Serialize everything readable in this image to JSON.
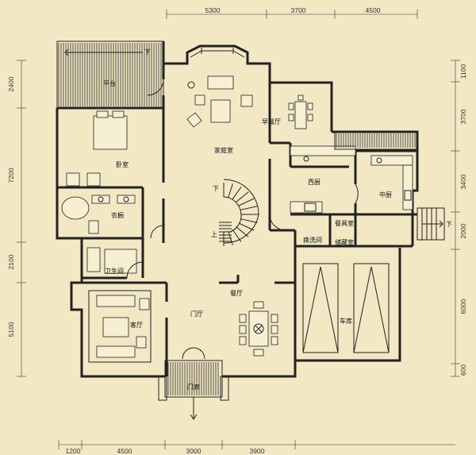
{
  "dimensions": {
    "top": [
      "5300",
      "3700",
      "4500"
    ],
    "bottom": [
      "1200",
      "4500",
      "3000",
      "3900"
    ],
    "left": [
      "2400",
      "7200",
      "2100",
      "5100"
    ],
    "right": [
      "1100",
      "3700",
      "3400",
      "2000",
      "6000",
      "600"
    ]
  },
  "rooms": {
    "terrace": "平台",
    "family_room": "家庭室",
    "breakfast": "早餐厅",
    "bedroom": "卧室",
    "closet": "衣橱",
    "western_kitchen": "西厨",
    "chinese_kitchen": "中厨",
    "tableware": "餐具室",
    "laundry": "换洗间",
    "storage": "储藏室",
    "bathroom": "卫生间",
    "living": "客厅",
    "foyer": "门厅",
    "dining": "餐厅",
    "garage": "车库",
    "porch": "门廊"
  },
  "markers": {
    "down": "下",
    "up": "上"
  }
}
